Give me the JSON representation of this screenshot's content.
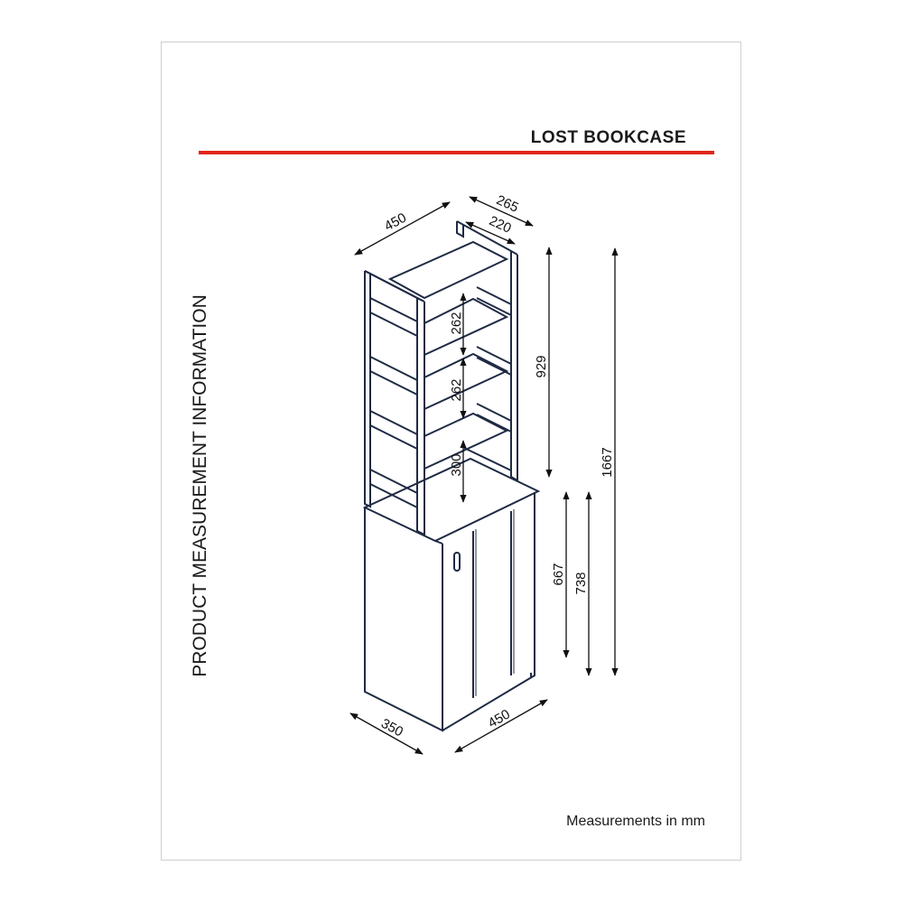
{
  "title": "LOST  BOOKCASE",
  "side_title": "PRODUCT MEASUREMENT INFORMATION",
  "unit_note": "Measurements in mm",
  "colors": {
    "accent_line": "#e2231a",
    "drawing_stroke": "#1f2a44",
    "text": "#1a1a1a"
  },
  "dimensions": {
    "top_width": "450",
    "top_depth_outer": "265",
    "top_depth_inner": "220",
    "shelf_gap_1": "262",
    "shelf_gap_2": "262",
    "shelf_gap_3": "300",
    "top_section_height": "929",
    "total_height": "1667",
    "cabinet_height_inner": "667",
    "cabinet_height": "738",
    "base_depth": "350",
    "base_width": "450"
  }
}
